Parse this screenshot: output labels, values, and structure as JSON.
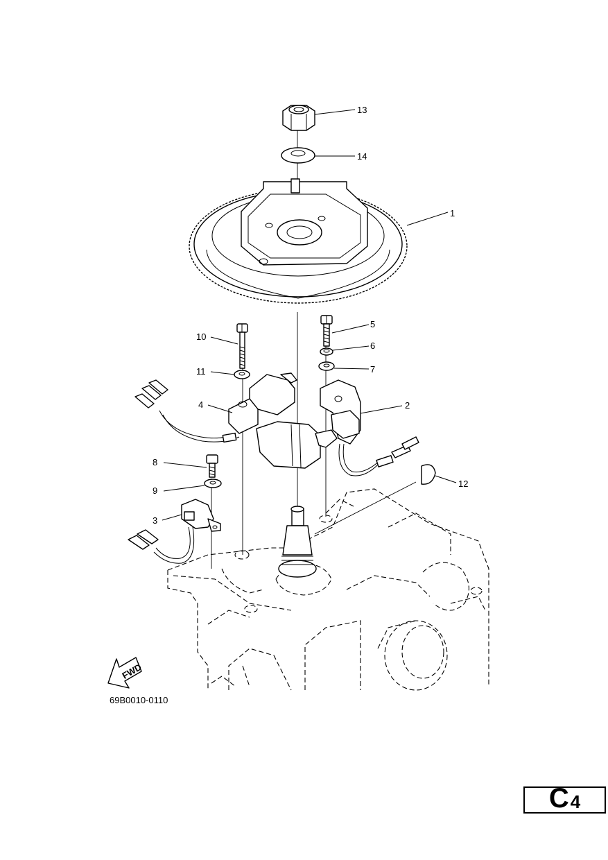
{
  "diagram": {
    "callouts": [
      {
        "id": "13",
        "label": "13"
      },
      {
        "id": "14",
        "label": "14"
      },
      {
        "id": "1",
        "label": "1"
      },
      {
        "id": "5",
        "label": "5"
      },
      {
        "id": "6",
        "label": "6"
      },
      {
        "id": "7",
        "label": "7"
      },
      {
        "id": "10",
        "label": "10"
      },
      {
        "id": "11",
        "label": "11"
      },
      {
        "id": "4",
        "label": "4"
      },
      {
        "id": "2",
        "label": "2"
      },
      {
        "id": "8",
        "label": "8"
      },
      {
        "id": "9",
        "label": "9"
      },
      {
        "id": "3",
        "label": "3"
      },
      {
        "id": "12",
        "label": "12"
      }
    ],
    "direction_arrow": "FWD",
    "drawing_code": "69B0010-0110"
  },
  "page_label": {
    "letter": "C",
    "number": "4"
  }
}
